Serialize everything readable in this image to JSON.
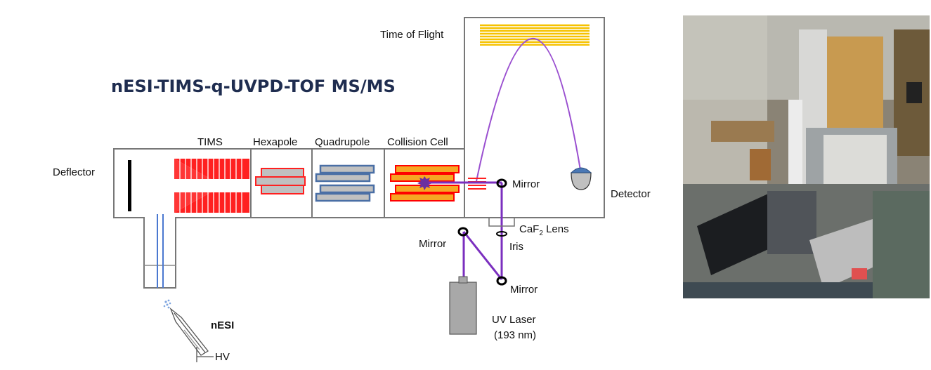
{
  "title": "nESI-TIMS-q-UVPD-TOF MS/MS",
  "labels": {
    "time_of_flight": "Time of Flight",
    "tims": "TIMS",
    "hexapole": "Hexapole",
    "quadrupole": "Quadrupole",
    "collision_cell": "Collision Cell",
    "deflector": "Deflector",
    "detector": "Detector",
    "mirror_top": "Mirror",
    "mirror_left": "Mirror",
    "mirror_bottom": "Mirror",
    "caf2_lens_pre": "CaF",
    "caf2_lens_sub": "2",
    "caf2_lens_post": " Lens",
    "iris": "Iris",
    "uv_laser": "UV Laser",
    "uv_laser_wavelength": "(193 nm)",
    "nesi": "nESI",
    "hv": "HV"
  },
  "colors": {
    "title": "#1f2d50",
    "tims_red": "#ff2020",
    "rod_gray": "#c0c0c0",
    "quad_blue": "#4a6fa5",
    "collision_fill": "#f6a623",
    "collision_outline": "#ff0000",
    "tof_yellow": "#f6c200",
    "laser_purple": "#7b2fbf",
    "detector_blue": "#4a78b5",
    "capillary_blue": "#4a78d0"
  }
}
